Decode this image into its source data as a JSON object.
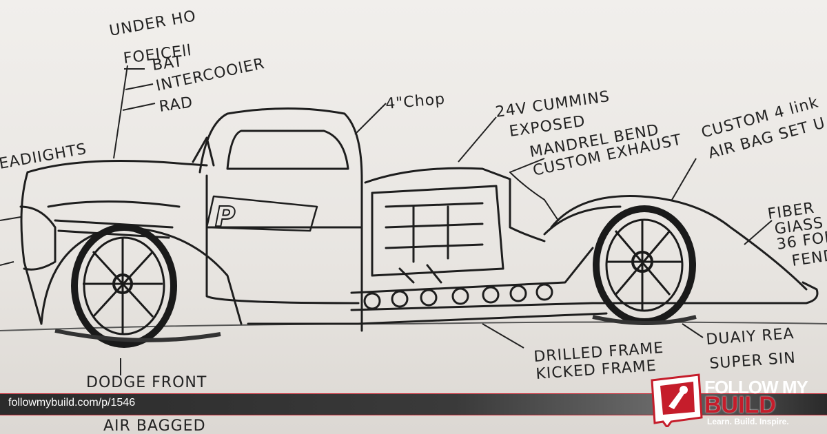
{
  "sketch": {
    "labels": {
      "under_hood": "UNDER HO",
      "fuel_cell": "FOEICEll",
      "bat": "BAT",
      "intercooler": "INTERCOOlER",
      "rad": "RAD",
      "headlights": "EADIIGHTS",
      "chop": "4\"Chop",
      "cummins_1": "24V CUMMINS",
      "cummins_2": "EXPOSED",
      "mandrel_1": "MANDREL BEND",
      "mandrel_2": "CUSTOM EXHAUST",
      "custom_link_1": "CUSTOM 4 link",
      "custom_link_2": "AIR BAG SET U",
      "fiberglass_1": "FIBER",
      "fiberglass_2": "GIASS",
      "fiberglass_3": "36 FOR",
      "fiberglass_4": "FEND",
      "drilled_1": "DRILLED FRAME",
      "drilled_2": "KICKED FRAME",
      "duaily_1": "DUAIY REA",
      "duaily_2": "SUPER SIN",
      "dodge_front": "DODGE FRONT",
      "air_bagged": "AIR BAGGED",
      "door_logo": "P"
    }
  },
  "footer": {
    "url": "followmybuild.com/p/1546",
    "logo_follow": "FOLLOW MY",
    "logo_build": "BUILD",
    "logo_tagline": "Learn. Build. Inspire."
  },
  "colors": {
    "accent": "#c51d2b",
    "bar": "#2b2b2b",
    "ink": "#222222"
  }
}
